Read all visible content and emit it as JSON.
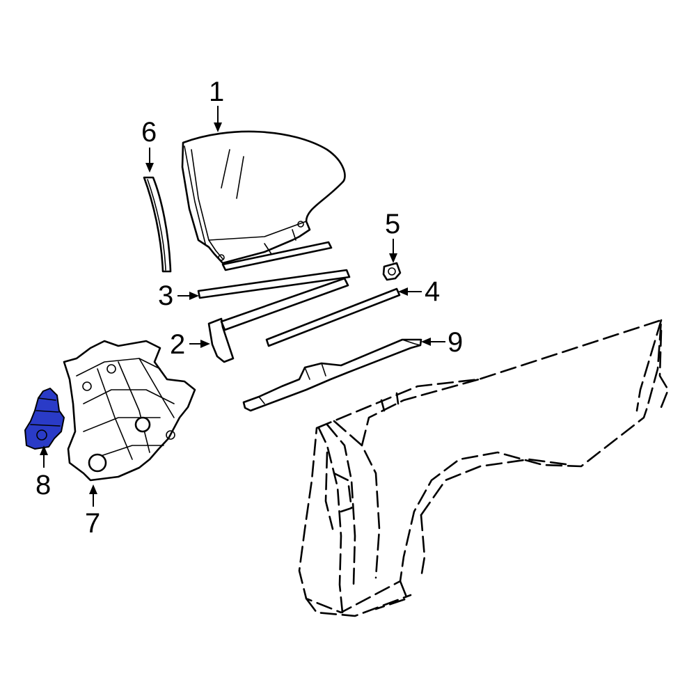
{
  "diagram": {
    "callouts": [
      {
        "id": "1",
        "label": "1"
      },
      {
        "id": "2",
        "label": "2"
      },
      {
        "id": "3",
        "label": "3"
      },
      {
        "id": "4",
        "label": "4"
      },
      {
        "id": "5",
        "label": "5"
      },
      {
        "id": "6",
        "label": "6"
      },
      {
        "id": "7",
        "label": "7"
      },
      {
        "id": "8",
        "label": "8"
      },
      {
        "id": "9",
        "label": "9"
      }
    ],
    "highlight_color": "#2a3bc7",
    "line_color": "#000000"
  }
}
